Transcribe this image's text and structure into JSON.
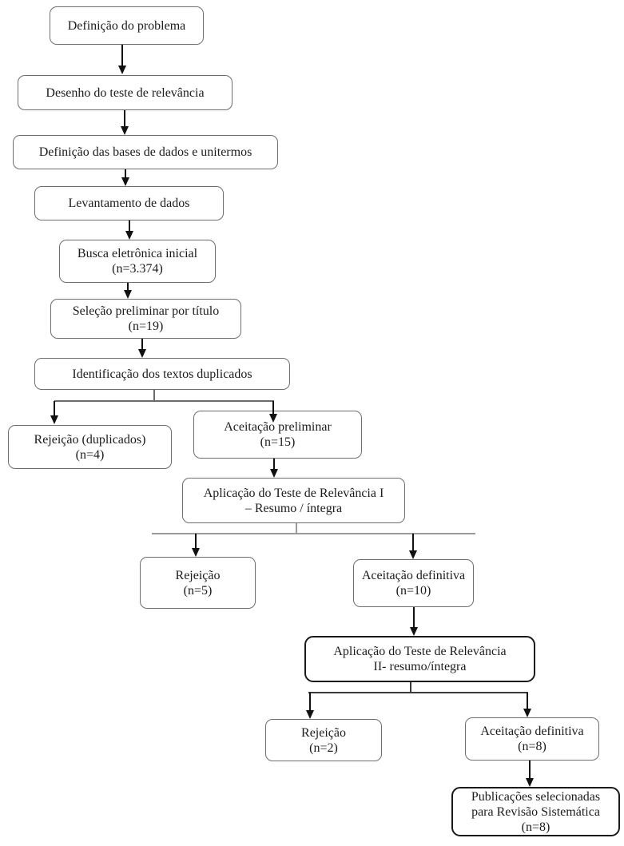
{
  "diagram": {
    "type": "flowchart",
    "language": "pt-BR",
    "colors": {
      "background": "#ffffff",
      "box_border": "#6e6e6e",
      "emphasis_border": "#1a1a1a",
      "arrow": "#111111",
      "connector": "#8a8a8a",
      "text": "#1c1c1c"
    },
    "nodes": [
      {
        "id": "definicao-do-problema",
        "lines": [
          "Definição do problema"
        ]
      },
      {
        "id": "desenho-do-teste-de-relevancia",
        "lines": [
          "Desenho do teste de relevância"
        ]
      },
      {
        "id": "definicao-das-bases",
        "lines": [
          "Definição das bases de dados e unitermos"
        ]
      },
      {
        "id": "levantamento-de-dados",
        "lines": [
          "Levantamento de dados"
        ]
      },
      {
        "id": "busca-eletronica-inicial",
        "lines": [
          "Busca eletrônica inicial",
          "(n=3.374)"
        ],
        "n": 3374
      },
      {
        "id": "selecao-preliminar-por-titulo",
        "lines": [
          "Seleção preliminar por título",
          "(n=19)"
        ],
        "n": 19
      },
      {
        "id": "identificacao-textos-duplicados",
        "lines": [
          "Identificação dos textos duplicados"
        ]
      },
      {
        "id": "rejeicao-duplicados",
        "lines": [
          "Rejeição (duplicados)",
          "(n=4)"
        ],
        "n": 4
      },
      {
        "id": "aceitacao-preliminar",
        "lines": [
          "Aceitação preliminar",
          "(n=15)"
        ],
        "n": 15
      },
      {
        "id": "aplicacao-teste-relevancia-1",
        "lines": [
          "Aplicação do Teste de Relevância I",
          "– Resumo / íntegra"
        ]
      },
      {
        "id": "rejeicao-teste-1",
        "lines": [
          "Rejeição",
          "(n=5)"
        ],
        "n": 5
      },
      {
        "id": "aceitacao-definitiva-1",
        "lines": [
          "Aceitação definitiva",
          "(n=10)"
        ],
        "n": 10
      },
      {
        "id": "aplicacao-teste-relevancia-2",
        "lines": [
          "Aplicação do Teste de Relevância",
          "II- resumo/íntegra"
        ],
        "emphasized": true
      },
      {
        "id": "rejeicao-teste-2",
        "lines": [
          "Rejeição",
          "(n=2)"
        ],
        "n": 2
      },
      {
        "id": "aceitacao-definitiva-2",
        "lines": [
          "Aceitação definitiva",
          "(n=8)"
        ],
        "n": 8
      },
      {
        "id": "publicacoes-selecionadas",
        "lines": [
          "Publicações selecionadas",
          "para Revisão Sistemática",
          "(n=8)"
        ],
        "n": 8,
        "emphasized": true
      }
    ],
    "edges": [
      {
        "from": "definicao-do-problema",
        "to": "desenho-do-teste-de-relevancia"
      },
      {
        "from": "desenho-do-teste-de-relevancia",
        "to": "definicao-das-bases"
      },
      {
        "from": "definicao-das-bases",
        "to": "levantamento-de-dados"
      },
      {
        "from": "levantamento-de-dados",
        "to": "busca-eletronica-inicial"
      },
      {
        "from": "busca-eletronica-inicial",
        "to": "selecao-preliminar-por-titulo"
      },
      {
        "from": "selecao-preliminar-por-titulo",
        "to": "identificacao-textos-duplicados"
      },
      {
        "from": "identificacao-textos-duplicados",
        "to": "rejeicao-duplicados"
      },
      {
        "from": "identificacao-textos-duplicados",
        "to": "aceitacao-preliminar"
      },
      {
        "from": "aceitacao-preliminar",
        "to": "aplicacao-teste-relevancia-1"
      },
      {
        "from": "aplicacao-teste-relevancia-1",
        "to": "rejeicao-teste-1"
      },
      {
        "from": "aplicacao-teste-relevancia-1",
        "to": "aceitacao-definitiva-1"
      },
      {
        "from": "aceitacao-definitiva-1",
        "to": "aplicacao-teste-relevancia-2"
      },
      {
        "from": "aplicacao-teste-relevancia-2",
        "to": "rejeicao-teste-2"
      },
      {
        "from": "aplicacao-teste-relevancia-2",
        "to": "aceitacao-definitiva-2"
      },
      {
        "from": "aceitacao-definitiva-2",
        "to": "publicacoes-selecionadas"
      }
    ]
  }
}
